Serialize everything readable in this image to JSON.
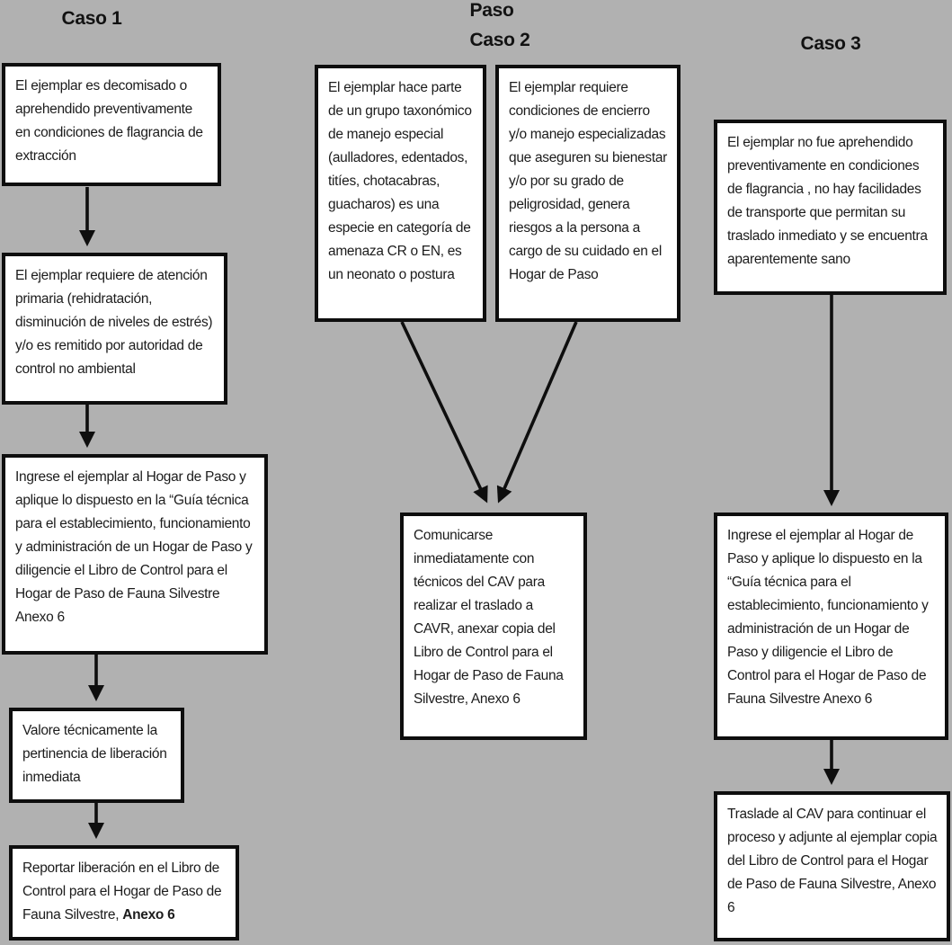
{
  "diagram": {
    "background_color": "#b1b1b1",
    "box_fill": "#ffffff",
    "box_border_color": "#0e0e0e",
    "arrow_color": "#0e0e0e",
    "top_label": "Paso",
    "columns": [
      {
        "header": "Caso 1",
        "boxes": [
          {
            "text": "El ejemplar es decomisado o aprehendido preventivamente en condiciones de flagrancia de extracción"
          },
          {
            "text": "El ejemplar requiere de atención primaria (rehidratación, disminución de niveles de estrés) y/o es remitido por autoridad de control no ambiental"
          },
          {
            "text": "Ingrese el ejemplar al Hogar de Paso y aplique lo dispuesto en la “Guía técnica para el establecimiento, funcionamiento y administración de un Hogar de Paso y diligencie el Libro de Control para el Hogar de Paso de Fauna Silvestre Anexo 6"
          },
          {
            "text": "Valore técnicamente la pertinencia de liberación inmediata"
          },
          {
            "text": "Reportar liberación en el Libro de Control para el Hogar de Paso de Fauna Silvestre, ",
            "bold_text": "Anexo 6"
          }
        ]
      },
      {
        "header": "Caso 2",
        "boxes": [
          {
            "text": "El ejemplar hace parte de un grupo taxonómico de manejo especial (aulladores, edentados, titíes, chotacabras, guacharos) es una especie en categoría de amenaza CR o EN, es un neonato o postura"
          },
          {
            "text": "El ejemplar requiere condiciones de encierro y/o manejo especializadas que aseguren su bienestar y/o por su grado de peligrosidad, genera riesgos a la persona a cargo de su cuidado en el Hogar de Paso"
          },
          {
            "text": "Comunicarse inmediatamente con técnicos del CAV para realizar el traslado a CAVR, anexar copia del Libro de Control para el Hogar de Paso de Fauna Silvestre, Anexo 6"
          }
        ]
      },
      {
        "header": "Caso 3",
        "boxes": [
          {
            "text": "El ejemplar no fue aprehendido preventivamente en condiciones de flagrancia , no hay facilidades de transporte que permitan su traslado inmediato y se encuentra aparentemente sano"
          },
          {
            "text": "Ingrese el ejemplar al Hogar de Paso y  aplique  lo dispuesto en la “Guía técnica para el establecimiento, funcionamiento y administración de un Hogar de Paso y diligencie el Libro de Control para el Hogar de Paso de Fauna Silvestre Anexo 6"
          },
          {
            "text": "Traslade al CAV para continuar el proceso y adjunte al ejemplar copia del Libro de Control para el Hogar de Paso de Fauna Silvestre, Anexo 6"
          }
        ]
      }
    ]
  }
}
